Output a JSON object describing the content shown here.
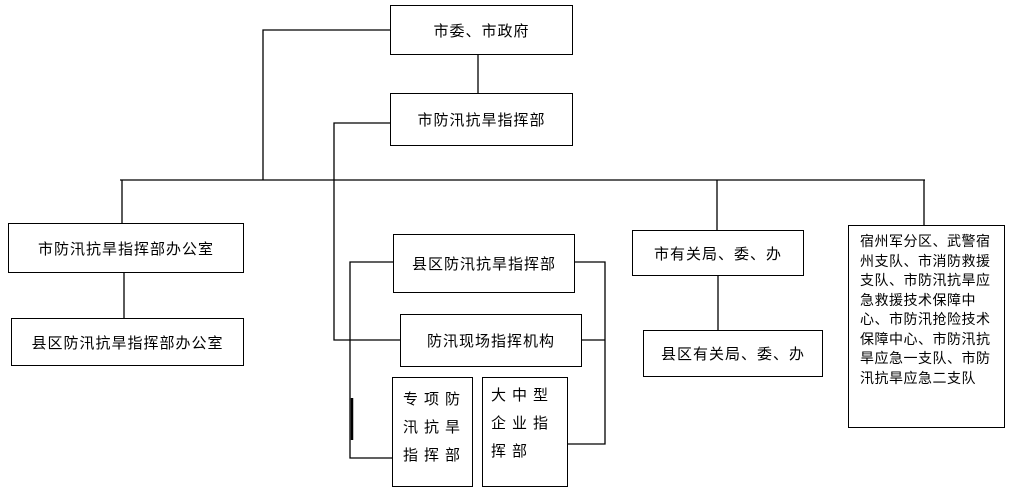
{
  "nodes": {
    "city_committee": "市委、市政府",
    "city_hq": "市防汛抗旱指挥部",
    "city_office": "市防汛抗旱指挥部办公室",
    "county_office": "县区防汛抗旱指挥部办公室",
    "county_hq": "县区防汛抗旱指挥部",
    "field_command": "防汛现场指挥机构",
    "special_hq_lines": [
      "专项防",
      "汛抗旱",
      "指挥部"
    ],
    "enterprise_hq_lines": [
      "大中型",
      "企业指",
      "挥部"
    ],
    "city_bureaus": "市有关局、委、办",
    "county_bureaus": "县区有关局、委、办",
    "forces_lines": [
      "宿州军分区、武警宿",
      "州支队、市消防救援",
      "支队、市防汛抗旱应",
      "急救援技术保障中",
      "心、市防汛抢险技术",
      "保障中心、市防汛抗",
      "旱应急一支队、市防",
      "汛抗旱应急二支队"
    ]
  }
}
